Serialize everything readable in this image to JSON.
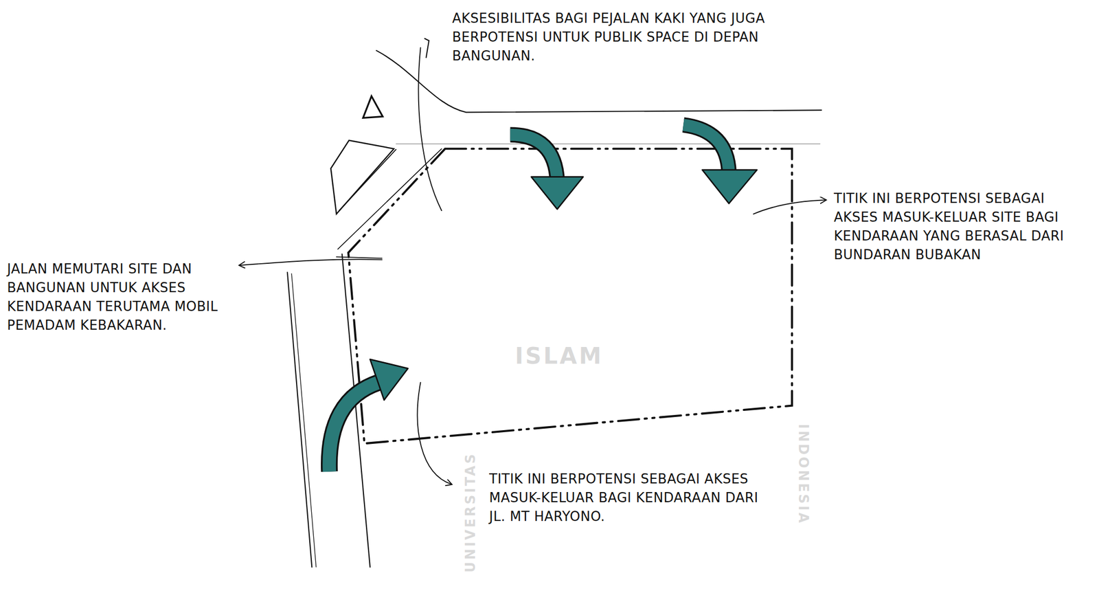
{
  "diagram": {
    "labels": [
      "AKSESIBILITAS BAGI PEJALAN KAKI YANG JUGA BERPOTENSI UNTUK PUBLIK SPACE DI DEPAN BANGUNAN.",
      "TITIK INI BERPOTENSI SEBAGAI AKSES MASUK-KELUAR SITE BAGI KENDARAAN YANG BERASAL DARI BUNDARAN BUBAKAN",
      "JALAN MEMUTARI SITE DAN BANGUNAN UNTUK AKSES KENDARAAN TERUTAMA MOBIL PEMADAM KEBAKARAN.",
      "TITIK INI BERPOTENSI SEBAGAI AKSES MASUK-KELUAR BAGI KENDARAAN DARI JL. MT HARYONO.",
      "ISLAM",
      "UNIVERSITAS",
      "INDONESIA"
    ]
  }
}
